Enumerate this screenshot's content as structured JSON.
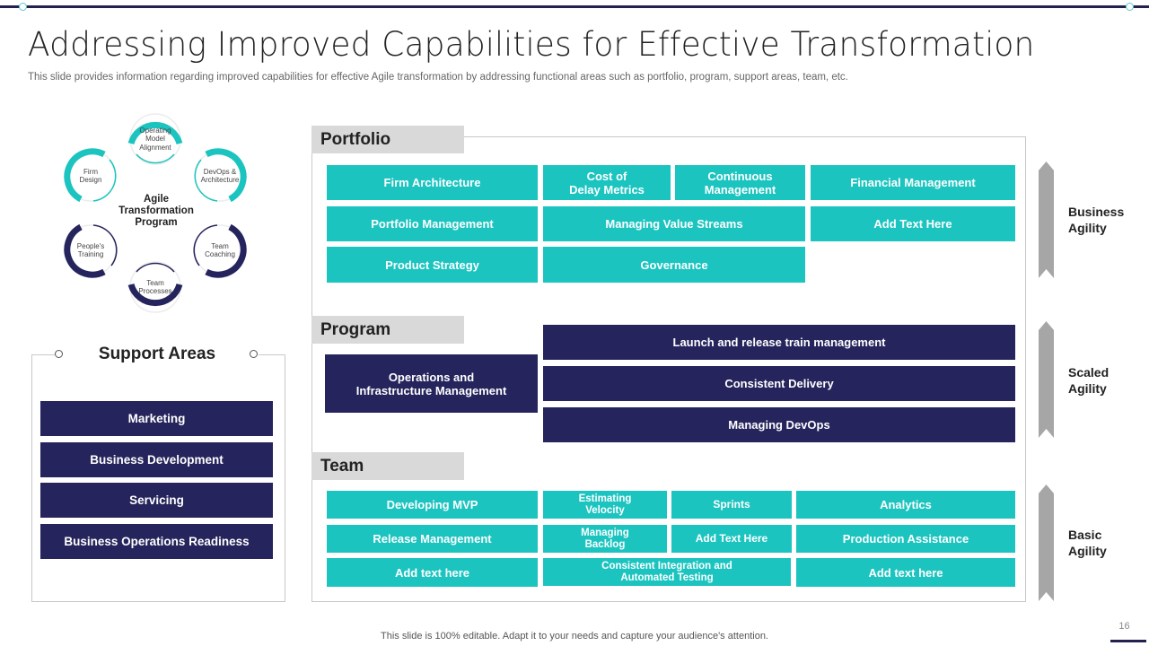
{
  "slide": {
    "title": "Addressing Improved Capabilities for Effective Transformation",
    "subtitle": "This slide provides information regarding improved capabilities for effective Agile transformation by addressing functional areas such as portfolio, program, support areas, team, etc.",
    "footer": "This slide is 100% editable.  Adapt it to your needs and capture your audience's attention.",
    "page_number": "16"
  },
  "colors": {
    "teal": "#1cc4c0",
    "navy": "#25245c",
    "label_gray": "#d9d9d9",
    "arrow_gray": "#a6a6a6"
  },
  "cycle": {
    "center": [
      "Agile",
      "Transformation",
      "Program"
    ],
    "nodes": [
      {
        "lines": [
          "Operating",
          "Model",
          "Alignment"
        ],
        "color": "teal"
      },
      {
        "lines": [
          "DevOps &",
          "Architecture"
        ],
        "color": "teal"
      },
      {
        "lines": [
          "Team",
          "Coaching"
        ],
        "color": "navy"
      },
      {
        "lines": [
          "Team",
          "Processes"
        ],
        "color": "navy"
      },
      {
        "lines": [
          "People's",
          "Training"
        ],
        "color": "navy"
      },
      {
        "lines": [
          "Firm",
          "Design"
        ],
        "color": "teal"
      }
    ]
  },
  "support_areas": {
    "title": "Support Areas",
    "items": [
      "Marketing",
      "Business  Development",
      "Servicing",
      "Business  Operations Readiness"
    ]
  },
  "portfolio": {
    "label": "Portfolio",
    "items": [
      [
        "Firm Architecture"
      ],
      [
        "Cost  of",
        "Delay Metrics"
      ],
      [
        "Continuous",
        "Management"
      ],
      [
        "Financial Management"
      ],
      [
        "Portfolio Management"
      ],
      [
        "Managing Value Streams"
      ],
      [
        "Add  Text Here"
      ],
      [
        "Product  Strategy"
      ],
      [
        "Governance"
      ]
    ]
  },
  "program": {
    "label": "Program",
    "items": [
      [
        "Operations and",
        "Infrastructure  Management"
      ],
      [
        "Launch and release train management"
      ],
      [
        "Consistent  Delivery"
      ],
      [
        "Managing DevOps"
      ]
    ]
  },
  "team": {
    "label": "Team",
    "items": [
      [
        "Developing MVP"
      ],
      [
        "Estimating",
        "Velocity"
      ],
      [
        "Sprints"
      ],
      [
        "Analytics"
      ],
      [
        "Release Management"
      ],
      [
        "Managing",
        "Backlog"
      ],
      [
        "Add  Text Here"
      ],
      [
        "Production  Assistance"
      ],
      [
        "Add  text here"
      ],
      [
        "Consistent  Integration  and",
        "Automated  Testing"
      ],
      [
        "Add  text here"
      ]
    ]
  },
  "agility_levels": [
    {
      "lines": [
        "Business",
        "Agility"
      ]
    },
    {
      "lines": [
        "Scaled",
        "Agility"
      ]
    },
    {
      "lines": [
        "Basic",
        "Agility"
      ]
    }
  ]
}
